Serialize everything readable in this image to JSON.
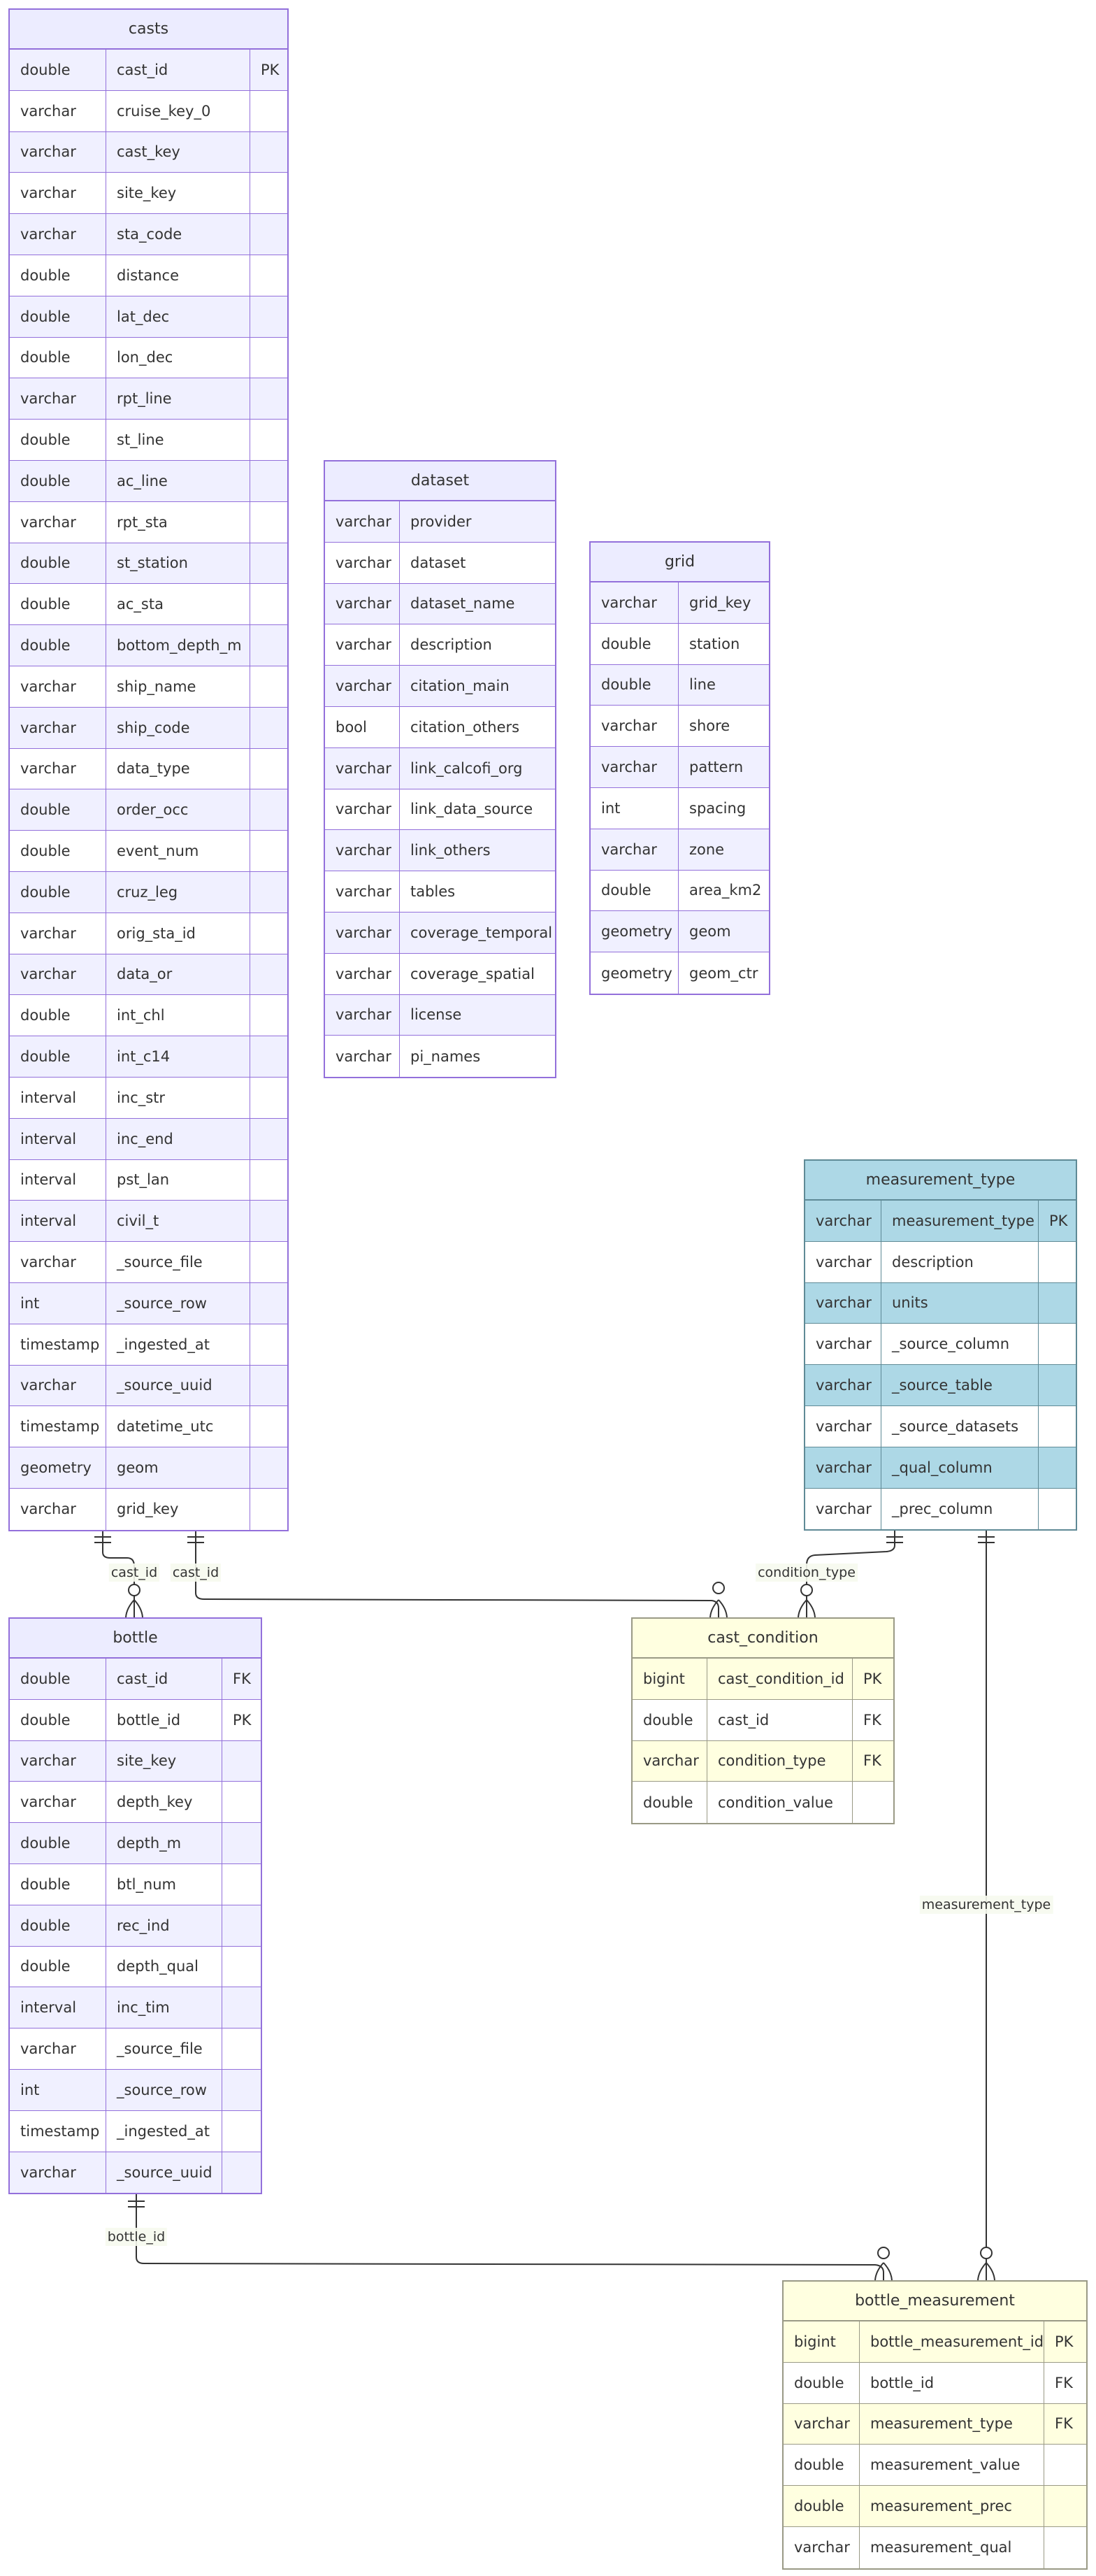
{
  "tables": [
    {
      "id": "casts",
      "name": "casts",
      "style": "purple",
      "columns": [
        [
          "double",
          "cast_id",
          "PK"
        ],
        [
          "varchar",
          "cruise_key_0",
          ""
        ],
        [
          "varchar",
          "cast_key",
          ""
        ],
        [
          "varchar",
          "site_key",
          ""
        ],
        [
          "varchar",
          "sta_code",
          ""
        ],
        [
          "double",
          "distance",
          ""
        ],
        [
          "double",
          "lat_dec",
          ""
        ],
        [
          "double",
          "lon_dec",
          ""
        ],
        [
          "varchar",
          "rpt_line",
          ""
        ],
        [
          "double",
          "st_line",
          ""
        ],
        [
          "double",
          "ac_line",
          ""
        ],
        [
          "varchar",
          "rpt_sta",
          ""
        ],
        [
          "double",
          "st_station",
          ""
        ],
        [
          "double",
          "ac_sta",
          ""
        ],
        [
          "double",
          "bottom_depth_m",
          ""
        ],
        [
          "varchar",
          "ship_name",
          ""
        ],
        [
          "varchar",
          "ship_code",
          ""
        ],
        [
          "varchar",
          "data_type",
          ""
        ],
        [
          "double",
          "order_occ",
          ""
        ],
        [
          "double",
          "event_num",
          ""
        ],
        [
          "double",
          "cruz_leg",
          ""
        ],
        [
          "varchar",
          "orig_sta_id",
          ""
        ],
        [
          "varchar",
          "data_or",
          ""
        ],
        [
          "double",
          "int_chl",
          ""
        ],
        [
          "double",
          "int_c14",
          ""
        ],
        [
          "interval",
          "inc_str",
          ""
        ],
        [
          "interval",
          "inc_end",
          ""
        ],
        [
          "interval",
          "pst_lan",
          ""
        ],
        [
          "interval",
          "civil_t",
          ""
        ],
        [
          "varchar",
          "_source_file",
          ""
        ],
        [
          "int",
          "_source_row",
          ""
        ],
        [
          "timestamp",
          "_ingested_at",
          ""
        ],
        [
          "varchar",
          "_source_uuid",
          ""
        ],
        [
          "timestamp",
          "datetime_utc",
          ""
        ],
        [
          "geometry",
          "geom",
          ""
        ],
        [
          "varchar",
          "grid_key",
          ""
        ]
      ]
    },
    {
      "id": "dataset",
      "name": "dataset",
      "style": "purple",
      "columns": [
        [
          "varchar",
          "provider"
        ],
        [
          "varchar",
          "dataset"
        ],
        [
          "varchar",
          "dataset_name"
        ],
        [
          "varchar",
          "description"
        ],
        [
          "varchar",
          "citation_main"
        ],
        [
          "bool",
          "citation_others"
        ],
        [
          "varchar",
          "link_calcofi_org"
        ],
        [
          "varchar",
          "link_data_source"
        ],
        [
          "varchar",
          "link_others"
        ],
        [
          "varchar",
          "tables"
        ],
        [
          "varchar",
          "coverage_temporal"
        ],
        [
          "varchar",
          "coverage_spatial"
        ],
        [
          "varchar",
          "license"
        ],
        [
          "varchar",
          "pi_names"
        ]
      ]
    },
    {
      "id": "grid",
      "name": "grid",
      "style": "purple",
      "columns": [
        [
          "varchar",
          "grid_key"
        ],
        [
          "double",
          "station"
        ],
        [
          "double",
          "line"
        ],
        [
          "varchar",
          "shore"
        ],
        [
          "varchar",
          "pattern"
        ],
        [
          "int",
          "spacing"
        ],
        [
          "varchar",
          "zone"
        ],
        [
          "double",
          "area_km2"
        ],
        [
          "geometry",
          "geom"
        ],
        [
          "geometry",
          "geom_ctr"
        ]
      ]
    },
    {
      "id": "measurement_type",
      "name": "measurement_type",
      "style": "blue",
      "columns": [
        [
          "varchar",
          "measurement_type",
          "PK"
        ],
        [
          "varchar",
          "description",
          ""
        ],
        [
          "varchar",
          "units",
          ""
        ],
        [
          "varchar",
          "_source_column",
          ""
        ],
        [
          "varchar",
          "_source_table",
          ""
        ],
        [
          "varchar",
          "_source_datasets",
          ""
        ],
        [
          "varchar",
          "_qual_column",
          ""
        ],
        [
          "varchar",
          "_prec_column",
          ""
        ]
      ]
    },
    {
      "id": "bottle",
      "name": "bottle",
      "style": "purple",
      "columns": [
        [
          "double",
          "cast_id",
          "FK"
        ],
        [
          "double",
          "bottle_id",
          "PK"
        ],
        [
          "varchar",
          "site_key",
          ""
        ],
        [
          "varchar",
          "depth_key",
          ""
        ],
        [
          "double",
          "depth_m",
          ""
        ],
        [
          "double",
          "btl_num",
          ""
        ],
        [
          "double",
          "rec_ind",
          ""
        ],
        [
          "double",
          "depth_qual",
          ""
        ],
        [
          "interval",
          "inc_tim",
          ""
        ],
        [
          "varchar",
          "_source_file",
          ""
        ],
        [
          "int",
          "_source_row",
          ""
        ],
        [
          "timestamp",
          "_ingested_at",
          ""
        ],
        [
          "varchar",
          "_source_uuid",
          ""
        ]
      ]
    },
    {
      "id": "cast_condition",
      "name": "cast_condition",
      "style": "yellow",
      "columns": [
        [
          "bigint",
          "cast_condition_id",
          "PK"
        ],
        [
          "double",
          "cast_id",
          "FK"
        ],
        [
          "varchar",
          "condition_type",
          "FK"
        ],
        [
          "double",
          "condition_value",
          ""
        ]
      ]
    },
    {
      "id": "bottle_measurement",
      "name": "bottle_measurement",
      "style": "yellow",
      "columns": [
        [
          "bigint",
          "bottle_measurement_id",
          "PK"
        ],
        [
          "double",
          "bottle_id",
          "FK"
        ],
        [
          "varchar",
          "measurement_type",
          "FK"
        ],
        [
          "double",
          "measurement_value",
          ""
        ],
        [
          "double",
          "measurement_prec",
          ""
        ],
        [
          "varchar",
          "measurement_qual",
          ""
        ]
      ]
    }
  ],
  "relationships": [
    {
      "from": "casts",
      "to": "bottle",
      "label": "cast_id"
    },
    {
      "from": "casts",
      "to": "cast_condition",
      "label": "cast_id"
    },
    {
      "from": "measurement_type",
      "to": "cast_condition",
      "label": "condition_type"
    },
    {
      "from": "measurement_type",
      "to": "bottle_measurement",
      "label": "measurement_type"
    },
    {
      "from": "bottle",
      "to": "bottle_measurement",
      "label": "bottle_id"
    }
  ],
  "colors": {
    "entity_fill": "#ececff",
    "entity_border": "#9370db",
    "blue_fill": "#add8e6",
    "yellow_fill": "#ffffe0"
  }
}
